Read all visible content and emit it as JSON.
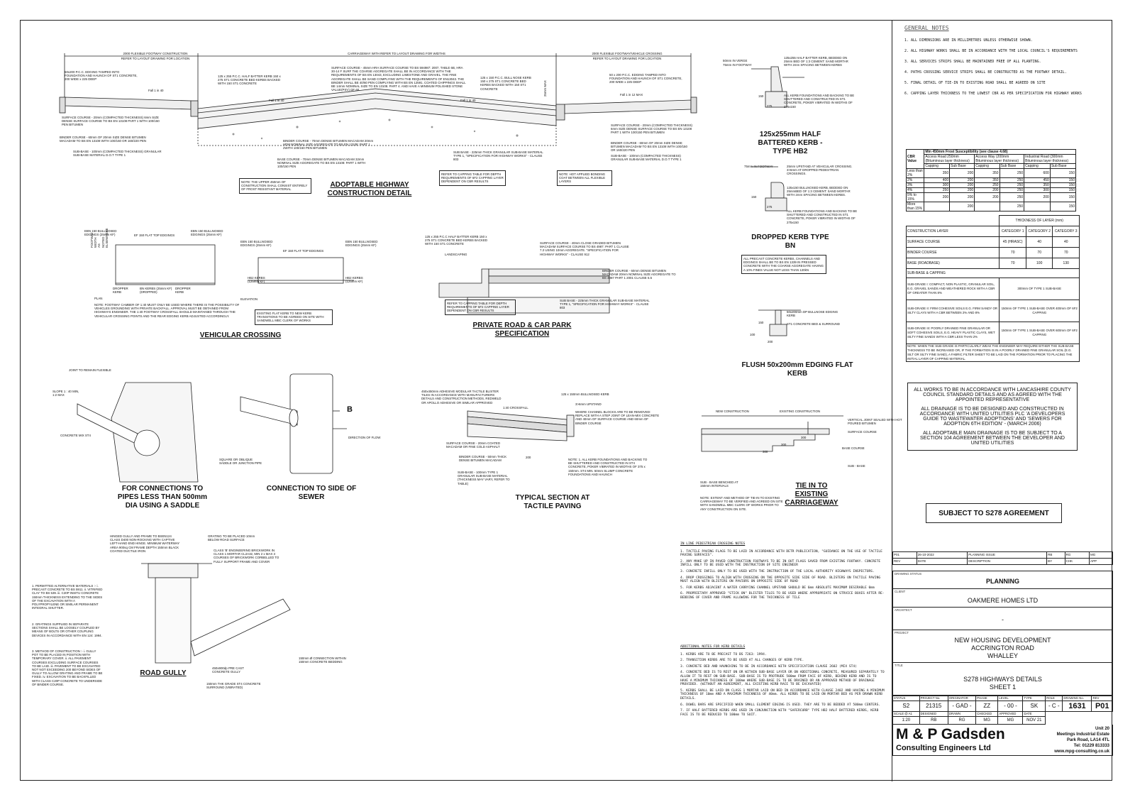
{
  "details": {
    "highway": {
      "title": "ADOPTABLE HIGHWAY CONSTRUCTION DETAIL",
      "dim_left": "2000 FLEXIBLE FOOTWAY CONSTRUCTION",
      "dim_left_sub": "REFER TO LAYOUT DRAWING FOR LOCATION",
      "dim_mid": "CARRIAGEWAY WITH REFER TO LAYOUT DRAWING FOR WIDTHS",
      "dim_right": "2000 FLEXIBLE FOOTWAY/VEHICLE CROSSING",
      "dim_right_sub": "REFER TO LAYOUT DRAWING FOR LOCATION",
      "fall1": "Fall 1 in 40",
      "fall2": "Fall 1 in 40",
      "fall3": "Fall 1 in 40",
      "fall4": "Fall 1 in 12 MAX",
      "note_edging": "50x200 P.C.C. EDGING TAMPED INTO FOUNDATION AND HAUNCH OF ST1 CONCRETE, 200 WIDE x 225 DEEP",
      "note_kerb": "125 x 255 P.C.C. HALF BATTER KERB 150 x 275 ST1 CONCRETE BED KERBS BACKED WITH 150 ST1 CONCRETE",
      "note_surface_top": "SURFACE COURSE - 45mm HRA SURFACE COURSE TO BS 594987: 2007, TABLE 6B, HRA 30-14 F SURF THE COARSE AGGREGATE SHALL BE IN ACCORDANCE WITH THE REQUIREMENTS OF BS EN 13043, EXCLUDING LIMESTONE AND GRAVEL. THE FINE AGGREGATE SHALL BE SAND COMPLYING WITH THE REQUIREMENTS OF EN13043. THE BINDER SHALL BE 40/60 PEN COMPLYING WITH BS EN 12591. COATED CHIPPINGS SHALL BE 14mm NOMINAL SIZE TO EN 13108. PART 4. AND HAVE A MINIMUM POLISHED STONE VALUE(PSV) OF 60.",
      "note_bullnose": "125 x 150 P.C.C. BULL NOSE KERB 150 x 275 ST1 CONCRETE BED KERBS BACKED WITH 150 ST1 CONCRETE",
      "note_edging_r": "50 x 200 P.C.C. EDGING TAMPED INTO FOUNDATION AND HAUNCH OF ST1 CONCRETE, 200 WIDE x 225 DEEP",
      "note_surf_l": "SURFACE COURSE - 20mm (COMPACTED THICKNESS) 6mm SIZE DENSE SURFACE COURSE TO BS EN 13108 PART 1 WITH 100/150 PEN BITUMEN",
      "note_binder_l": "BINDER COURSE - 60mm OF 20mm SIZE DENSE BITUMEN MACADAM TO BS EN 13108 WITH 100/150 OR 160/220 PEN",
      "note_sub_l": "SUB-BASE - 100mm (COMPACTED THICKNESS) GRANULAR SUB-BASE MATERIAL D.O.T TYPE 1",
      "note_binder_m": "BINDER COURSE - 70mm DENSE BITUMEN MACADAM 20mm HDM NOMINAL SIZE AGGREGATE TO BS EN 13108: PART 1 2WITH 100/150 PEN BITUMEN",
      "note_base_m": "BASE COURSE - 70mm DENSE BITUMEN MACADAM 32mm NOMINAL SIZE AGGREGATE TO BS EN 13108: PART 1 WITH 100/150 PEN",
      "note_subbase_m": "SUB BASE - 225mm THICK GRANULAR SUB-BASE MATERIAL TYPE 1, \"SPECIFICATION FOR HIGHWAY WORKS\" - CLAUSE 803",
      "note_surf_r": "SURFACE COURSE - 20mm (COMPACTED THICKNESS) 6mm SIZE DENSE SURFACE COURSE TO BS EN 13108 PART 1 WITH 100/150 PEN BITUMEN",
      "note_binder_r": "BINDER COURSE - 60mm OF 20mm SIZE DENSE BITUMEN MACADAM TO BS EN 13108 WITH 100/150 OR 160/220 PEN",
      "note_sub_r": "SUB-BASE - 100mm (COMPACTED THICKNESS) GRANULAR SUB-BASE MATERIAL D.O.T TYPE 1",
      "box_frost": "NOTE: THE UPPER 450mm OF CONSTRUCTION SHALL CONSIST ENTIRELY OF FROST RESISTANT MATERIAL",
      "box_capping": "REFER TO CAPPING TABLE FOR DEPTH REQUIREMENTS OF 6F2 CAPPING LAYER DEPENDENT ON CBR RESULTS",
      "box_bond": "NOTE: HOT APPLIED BONDING COAT BETWEEN ALL FLEXIBLE LAYERS",
      "dim_25": "25mm MAX"
    },
    "hb2": {
      "title": "125x255mm HALF BATTERED KERB - TYPE HB2",
      "verge": "50mm IN VERGE",
      "footway": "75mm IN FOOTWAY",
      "note1": "125x255 HALF BATTER KERB, BEDDED ON 25mm BED OF 1:3 CEMENT: SAND MORTAR WITH 2mm SPACING BETWEEN KERBS",
      "note2": "ALL KERB FOUNDATIONS AND BACKING TO BE SHUTTERED AND CONSTRUCTED IN ST1 CONCRETE, POKER VIBRATED IN WIDTHS OF 275x150",
      "d1": "150",
      "d2": "275"
    },
    "bn": {
      "title": "DROPPED KERB TYPE BN",
      "footway": "75mm IN FOOTWAY",
      "note1": "25mm UPSTAND AT VEHICULAR CROSSING. 3>6mm AT DROPPED PEDESTRIAN CROSSINGS.",
      "note2": "125x150 BULLNOSED KERB, BEDDED ON 25mmBED OF 1:3 CEMENT: SAND MORTAR WITH 2mm SPACING BETWEEN KERBS.",
      "note3": "ALL KERB FOUNDATIONS AND BACKING TO BE SHUTTERED AND CONSTRUCTED IN ST1 CONCRETE, POKER VIBRATED IN WIDTHS OF 275x150",
      "box": "ALL PRECAST CONCRETE KERBS, CHANNELS AND EDGINGS SHALL BE TO BS EN 1339 IN PRESSED CONCRETE WITH THE COARSE AGGREGATE HAVING A 10% FINES VALUE NOT LESS THAN 120kN",
      "d1": "150",
      "d2": "275"
    },
    "flush": {
      "title": "FLUSH 50x200mm EDGING FLAT KERB",
      "note1": "50x200mm DP BULLNOSE EDGING KERB",
      "note2": "ST1 CONCRETE BED & SURROUND",
      "d1": "150",
      "d2": "200",
      "d3": "100"
    },
    "vehicular": {
      "title": "VEHICULAR CROSSING",
      "ebn_l": "EBN 150 BULLNOSED EDGINGS (25mm KF)",
      "ef": "EF 150 FLAT TOP EDGINGS",
      "ebn_r": "EBN 150 BULLNOSED EDGINGS (25mm KF)",
      "dropper": "DROPPER KERB",
      "bn": "BN KERBS (25mm KF) (DROPPED)",
      "plan": "PLAN",
      "elevation": "ELEVATION",
      "hb2_l": "HB2 KERBS (125mm KF)",
      "hb2_r": "HB2 KERBS (125mm KF)",
      "footway_w": "FOOTWAY WIDTH AS NOTED ELSEWHERE",
      "note": "NOTE: FOOTWAY CAMBER OF 1:40 MUST ONLY BE USED WHERE THERE IS THE POSSIBILITY OF VEHICLES GROUNDING WITH PRIVATE BACKFALL. APPROVAL MUST BE OBTAINED FROM HIGHWAYS ENGINEER. THE 1:40 FOOTWAY CROSSFALL SHOULD MAINTAINED THROUGH THE VEHICULAR CROSSING POINTS AND THE REAR EDGING KERB ADJUSTED ACCORDINGLY.",
      "box": "EXISTING FLAT KERB TO NEW KERB TRANSITIONS TO BE AGREED ON SITE WITH SANDWELL MBC CLERK OF WORKS"
    },
    "private": {
      "title": "PRIVATE ROAD & CAR PARK SPECIFICATION",
      "note_kerb": "125 x 255 P.C.C HALF BATTER KERB 150 x 275 ST1 CONCRETE BED KERBS BACKED WITH 150 ST1 CONCRETE",
      "landscaping": "LANDSCAPING",
      "surface": "SURFACE COURSE - 40mm CLOSE GRADED BITUMEN MACADAM SURFACE COURSE TO BS 4987: PART 1 CLAUSE 7.3 USING 10mm AGGREGATE. \"SPECIFICATION FOR HIGHWAY WORKS\" - CLAUSE 912",
      "binder": "BINDER COURSE - 60mm DENSE BITUMEN MACADAM 20mm NOMINAL SIZE AGGREGATE TO BS 4987 PART 1 2001 CLAUSE 6.5",
      "subbase": "SUB BASE - 225mm THICK GRANULAR SUB-BASE MATERIAL TYPE 1, \"SPECIFICATION FOR HIGHWAY WORKS\" - CLAUSE 803",
      "box": "REFER TO CAPPING TABLE FOR DEPTH REQUIREMENTS OF 6F2 CAPPING LAYER DEPENDENT ON CBR RESULTS"
    },
    "saddle": {
      "title": "FOR CONNECTIONS TO PIPES LESS THAN 500mm DIA USING A SADDLE",
      "joint": "JOINT TO REMAIN FLEXIBLE",
      "slope": "SLOPE 1 : 40 MIN, 1:2 MAX",
      "concrete": "CONCRETE MIX ST4"
    },
    "sewer": {
      "title": "CONNECTION TO SIDE OF SEWER",
      "b": "B",
      "flow": "DIRECTION OF FLOW",
      "junction": "SQUARE OR OBLIQUE SADDLE OR JUNCTION PIPE"
    },
    "tactile": {
      "title": "TYPICAL SECTION AT TACTILE PAVING",
      "blister": "450x450mm ADHESIVE MODULAR TACTILE BLISTER TILES IN ACCORDANCE WITH MANUFACTURERS DETAILS AND CONSTRUCTION METHODS, REDWELD OR APOLLO ADHESIVE OR SIMILAR APPROVED",
      "kerb": "125 x 150mm BULLNOSED KERB",
      "upstand": "3>6mm UPSTAND",
      "crossfall": "1:40 CROSSFALL",
      "blocks": "WHERE CHANNEL BLOCKS ARE TO BE REMOVED: REPLACE WITH A STEP JOINT OF LEAN-MIX CONCRETE AND 40mm OF SURFACE COURSE AND 60mm OF BINDER COURSE",
      "surface": "SURFACE COURSE - 20mm COATED MACADAM OR FINE COLD ASPHALT",
      "binder": "BINDER COURSE - 50mm THICK DENSE BITUMEN MACADAM",
      "subbase": "SUB-BASE - 100mm TYPE 1 GRANULAR SUB-BASE MATERIAL (THICKNESS MAY VARY, REFER TO TABLE)",
      "d200": "200",
      "note": "NOTE: 1. ALL KERB FOUNDATIONS AND BACKING TO BE SHUTTERED AND CONSTRUCTED IN ST4 CONCRETE, POKER VIBRATED IN WIDTHS OF 375 x 150mm. ST4 MIN. 50mm SLUMP CONCRETE FOUNDATIONS AND HAUNCH"
    },
    "tiein": {
      "title": "TIE IN TO EXISTING CARRIAGEWAY",
      "new": "NEW CONSTRUCTION",
      "existing": "EXISTING CONSTRUCTION",
      "joint": "VERTICAL JOINT SEALED WITH HOT POURED BITUMEN",
      "surface": "SURFACE COURSE",
      "base": "BASE COURSE",
      "subbase": "SUB - BASE",
      "benched": "SUB - BASE BENCHED AT 150mm INTERVALS",
      "d300a": "300",
      "d300b": "300",
      "d300c": "300",
      "note": "NOTE: EXTENT AND METHOD OF TIE-IN TO EXISTING CARRIAGEWAY TO BE VERIFIED AND AGREED ON SITE WITH SANDWELL MBC CLERK OF WORKS PRIOR TO ANY CONSTRUCTION ON SITE."
    },
    "gully": {
      "title": "ROAD GULLY",
      "hinged": "HINGED GULLY AND FRAME TO BSEN124 CLASS D400 NON-ROCKING WITH CAPTIVE LEFT-HAND END HINGE. MINIMUM WATERWAY AREA 900sq CM FRAME DEPTH 150mm BLACK COATED DUCTILE IRON",
      "grating": "GRATING TO BE PLACED 10mm BELOW ROAD SURFACE",
      "brick": "CLASS 'B' ENGINEERING BRICKWORK IN CLASS 1 MORTAR CL2A32, MIN 2 x MAX 3 COURSES OF BRICKWORK CORBELLED TO FULLY SUPPORT FRAME AND COVER",
      "precast": "450x900dp PRE CAST CONCRETE GULLY",
      "surround": "150mm THK GRADE ST4 CONCRETE SURROUND (VIBRATED)",
      "connection": "150mm Ø CONNECTION WITHIN 150mm CONCRETE BEDDING",
      "materials": "1. PERMITTED ALTERNATIVE MATERIALS :- i. PRECAST CONCRETE TO BS 5911. ii. VITRIFIED CLAY TO BS 539. iii. C20P INSITU CONCRETE 150mm THICKNESS EXTENDING TO THE SIDES OF THE EXCAVATION WITH A POLYPROPYLENE OR SIMILAR PERMANENT INTEGRAL SHUTTER.",
      "gratings": "2. GRATINGS SUPPLIED IN SEPARATE SECTIONS SHALL BE LOOSELY COUPLED BY MEANS OF BOLTS OR OTHER COUPLING DEVICES IN ACCORDANCE WITH EN 124: 1994.",
      "method": "3. METHOD OF CONSTRUCTION :- i. GULLY POT TO BE PLACED IN POSITION WITH TEMPORARY COVER. ii. ALL PAVEMENT COURSES EXCLUDING SURFACE COURSES TO BE LAID. iii. PAVEMENT TO BE EXCAVATED NOT NOT EXCEEDING 200 BEYOND SIDES OF GULLY TO ALLOW GRATING AND FRAME TO BE FIXED. iv. EXCAVATION TO BE BACKFILLED WITH CLASS C20P CONCRETE TO UNDERSIDE OF BINDER COURSE."
    }
  },
  "notes": {
    "pedestrian_title": "IN LINE PEDESTRIAN CROSSING NOTES",
    "pedestrian": [
      "1.  TACTILE PAVING FLAGS TO BE LAID IN ACCORDANCE WITH DETR PUBLICATION, \"GUIDANCE ON THE USE OF TACTILE PAVING SURFACES\".",
      "2.  ANY MAKE UP IN PAVED CONSTRUCTION FOOTWAYS TO BE IN OUT FLAGS SAVED FROM EXISTING FOOTWAY. CONCRETE INFILL ONLY TO BE USED WITH THE INSTRUCTION OF SITE ENGINEER",
      "3.  CONCRETE INFILL ONLY TO BE USED WITH THE INSTRUCTION OF THE LOCAL AUTHORITY HIGHWAYS INSPECTORS.",
      "4.  DROP CROSSINGS TO ALIGN WITH CROSSING ON THE OPPOSITE SIDE SIDE OF ROAD. BLISTERS ON TACTILE PAVING MUST ALIGN WITH BLISTERS ON PAVIORS ON OPPOSITE SIDE OF ROAD",
      "5.  FOR KERBS ADJACENT A WATER CARRYING CHANNEL UPSTAND SHOULD BE 6mm ABSOLUTE MAXIMUM DESIRABLE 0mm",
      "6.  PROPRIETARY APPROVED \"STICK ON\" BLISTER TILES TO BE USED WHERE APPROPRIATE ON STRVICE BOXES AFTER RE-BEDDING OF COVER AND FRAME ALLOWING FOR THE THICKNESS OF TILE"
    ],
    "kerb_title": "ADDITIONAL NOTES FOR KERB DETAILS",
    "kerb": [
      "1.  KERBS ARE TO BE PRECAST TO BS 7263: 1994.",
      "2.  TRANSITION KERBS ARE TO BE USED AT ALL CHANGES OF KERB TYPE.",
      "3.  CONCRETE BED AND HAUNCHING TO BE IN ACCORDANCE WITH SPECIFICATION CLAUSE 2602 (MIX ST4)",
      "4.  CONCRETE BED IS TO REST ON OR WITHIN SUB-BASE LAYER OR ON ADDITIONAL CONCRETE, MEASURED SEPARATELY TO ALLOW IT TO REST ON SUB-BASE. SUB-BASE IS TO PROTRUDE 500mm FROM FACE OF KERB, BEHIND KERB AND IS TO HAVE A MINIMUM THICKNESS OF 100mm WHERE SUB-BASE IS TO BE DRAINED OR AN APPROVED METHOD OF DRAINAGE PROVIDED. (WITHOUT AN AGREEMENT, ALL EXISTING KERB RACE TO BE EXCAVATED)",
      "5.  KERBS SHALL BE LAID ON CLASS 1 MORTAR LAID ON BED IN ACCORDANCE WITH CLAUSE 2402 AND HAVING A MINIMUM THICKNESS OF 10mm AND A MAXIMUM THICKNESS OF 40mm. ALL KERBS TO BE LAID ON MORTAR BED AS PER DRAWN KERB DETAILS.",
      "6.  DOWEL BARS ARE SPECIFIED WHEN SMALL ELEMENT EDGING IS USED. THEY ARE TO BE BEDDED AT 500mm CENTERS.",
      "7.  IF HALF BATTERED KERBS ARE USED IN CONJUNCTION WITH \"SAFERCURB\" TYPE HB2 HALF BATTERED KERBS, KERB FACE IS TO BE REDUCED TO 100mm TO SUIT."
    ]
  },
  "general_notes": {
    "title": "GENERAL NOTES",
    "items": [
      "1.   ALL DIMENSIONS ARE IN MILLIMETRES UNLESS OTHERWISE SHOWN.",
      "2.   ALL HIGHWAY WORKS SHALL BE IN ACCORDANCE WITH THE LOCAL COUNCIL'S REQUIREMENTS",
      "3.   ALL SERVICES STRIPS SHALL BE MAINTAINED FREE OF ALL PLANTING.",
      "4.   PATHS CROSSING SERVICE STRIPS SHALL BE CONSTRUCTED AS THE FOOTWAY DETAIL.",
      "5.   FINAL DETAIL OF TIE-IN TO EXISTING ROAD SHALL BE AGREED ON SITE",
      "6.   CAPPING LAYER THICKNESS TO THE LOWEST CBR AS PER SPECIFICATION FOR HIGHWAY WORKS"
    ]
  },
  "cbr_table": {
    "title": "Min 450mm Frost Susceptibility (see clause 4.68)",
    "cbr_label": "CBR Value",
    "groups": [
      "Access Road 250mm (Bituminous layer thickness)",
      "Access Way (200mm Bituminous layer thickness)",
      "Industrial Road (300mm Bituminous layer thickness)"
    ],
    "sub": [
      "Capping",
      "Sub Base",
      "Capping",
      "Sub Base",
      "Capping",
      "Sub Base"
    ],
    "rows": [
      [
        "Less than 2%",
        "350",
        "200",
        "350",
        "250",
        "600",
        "150"
      ],
      [
        "2%",
        "400",
        "200",
        "350",
        "250",
        "450",
        "150"
      ],
      [
        "3%",
        "300",
        "200",
        "250",
        "250",
        "350",
        "150"
      ],
      [
        "4%",
        "250",
        "200",
        "200",
        "250",
        "300",
        "150"
      ],
      [
        "5% to 15%",
        "200",
        "200",
        "200",
        "250",
        "200",
        "150"
      ],
      [
        "More than 15%",
        "",
        "200",
        "",
        "250",
        "",
        "150"
      ]
    ]
  },
  "layer_table": {
    "header": "THICKNESS OF LAYER (mm)",
    "cols": [
      "CONSTRUCTION LAYER",
      "CATEGORY 1",
      "CATEGORY 2",
      "CATEGORY 3"
    ],
    "rows": [
      [
        "SURFACE COURSE",
        "45 (HRASC)",
        "40",
        "40"
      ],
      [
        "BINDER COURSE",
        "70",
        "70",
        "70"
      ],
      [
        "BASE (ROADBASE)",
        "70",
        "100",
        "130"
      ]
    ],
    "subbase_label": "SUB-BASE & CAPPING",
    "grades": [
      [
        "SUB-GRADE I: COMPACT, NON PLASTIC, GRANULAR SOIL, E.G. GRAVEL SANDS AND WEATHERED ROCK WITH A CBR OF GREATER THAN 8%",
        "300mm OF TYPE 1 SUB-BASE"
      ],
      [
        "SUB-GRADE II: FIRM COHESIVE SOILS E.G. FIRM SANDY OR SILTY CLAYS WITH A CBR BETWEEN 2% AND 8%",
        "150mm OF TYPE 1 SUB-BASE OVER 400mm OF 6F2 CAPPING"
      ],
      [
        "SUB-GRADE III: POORLY DRAINED FINE GRANULAR OR SOFT COHESIVE SOILS, E.G. HEAVY PLASTIC CLAYS, WET SILTY FINE SANDS WITH A CBR LESS THAN 2%",
        "150mm OF TYPE 1 SUB-BASE OVER 600mm OF 6F2 CAPPING"
      ]
    ],
    "note": "NOTE: WHEN THE SUB-GRADE IS PARTICULARLY WEAK THE ENGINEER MAY REQUIRE EITHER THE SUB-BASE THICKNESS TO BE INCREASED OR, IF THE FORMATION IS IN A POORLY DRAINED FINE GRANULAR SOIL (E.G. SILT OR SILTY FINE SAND), A FABRIC FILTER SHEET TO BE LAID ON THE FORMATION PRIOR TO PLACING THE INITIAL LAYER OF CAPPING MATERIAL."
  },
  "lancashire": {
    "p1": "ALL WORKS TO BE IN ACCORDANCE WITH LANCASHIRE COUNTY COUNCIL STANDARD DETAILS AND AS AGREED WITH THE APPOINTED REPRESENTATIVE",
    "p2": "ALL DRAINAGE IS TO BE DESIGNED AND CONSTRUCTED IN ACCORDANCE WITH UNITED UTILITIES PLC 'A DEVELOPERS GUIDE TO WASTEWATER ADOPTIONS' AND 'SEWERS FOR ADOPTION 6TH EDITION' - (MARCH 2006)",
    "p3": "ALL ADOPTABLE MAIN DRAINAGE IS TO BE SUBJECT TO A SECTION 104 AGREEMENT BETWEEN THE DEVELOPER AND UNITED UTILITIES"
  },
  "s278": "SUBJECT TO S278 AGREEMENT",
  "revisions": {
    "row": [
      "P01",
      "26-10-2022",
      "PLANNING ISSUE",
      "RB",
      "RG",
      "MG"
    ],
    "head": [
      "REV",
      "DATE",
      "DESCRIPTION",
      "BY",
      "CHK",
      "APP"
    ]
  },
  "titleblock": {
    "status_label": "DRAWING STATUS",
    "status": "PLANNING",
    "client_label": "CLIENT",
    "client": "OAKMERE HOMES LTD",
    "architect_label": "ARCHITECT",
    "architect": "-",
    "project_label": "PROJECT",
    "project1": "NEW HOUSING DEVELOPMENT",
    "project2": "ACCRINGTON ROAD",
    "project3": "WHALLEY",
    "title_label": "TITLE",
    "title1": "S278 HIGHWAYS DETAILS",
    "title2": "SHEET 1",
    "code_heads": [
      "STATUS",
      "PROJECT No.",
      "ORIGINATOR",
      "PHASE",
      "LEVEL",
      "TYPE",
      "ROLE",
      "DRAWING No.",
      "REV"
    ],
    "code_vals": [
      "S2",
      "21315",
      "- GAD -",
      "ZZ",
      "- 00 -",
      "SK",
      "- C -",
      "1631",
      "P01"
    ],
    "meta_heads": [
      "SCALE @ A1",
      "DESIGNED",
      "DRAWN",
      "CHECKED",
      "APPROVED",
      "DATE"
    ],
    "meta_vals": [
      "1:20",
      "RB",
      "RG",
      "MG",
      "MG",
      "NOV 21"
    ],
    "company1": "M & P Gadsden",
    "company2": "Consulting Engineers Ltd",
    "addr1": "Unit 20",
    "addr2": "Meetings Industrial Estate",
    "addr3": "Park Road, LA14 4TL",
    "addr4": "Tel: 01229 813333",
    "addr5": "www.mpg-consulting.co.uk"
  }
}
